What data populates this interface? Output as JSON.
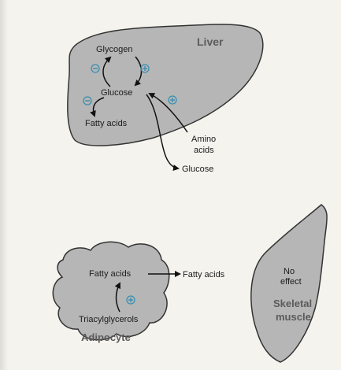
{
  "colors": {
    "organ_fill": "#b6b6b6",
    "organ_stroke": "#333333",
    "sign_color": "#3a8fb0",
    "background": "#f4f3ee"
  },
  "liver": {
    "title": "Liver",
    "glycogen": "Glycogen",
    "glucose": "Glucose",
    "fatty_acids": "Fatty acids",
    "amino_acids_line1": "Amino",
    "amino_acids_line2": "acids",
    "glucose_out": "Glucose",
    "minus_sign": "⊖",
    "plus_sign": "⊕"
  },
  "adipocyte": {
    "title": "Adipocyte",
    "fatty_acids": "Fatty acids",
    "fatty_acids_out": "Fatty acids",
    "triacylglycerols": "Triacylglycerols",
    "plus_sign": "⊕"
  },
  "skeletal_muscle": {
    "title_line1": "Skeletal",
    "title_line2": "muscle",
    "no_effect_line1": "No",
    "no_effect_line2": "effect"
  }
}
